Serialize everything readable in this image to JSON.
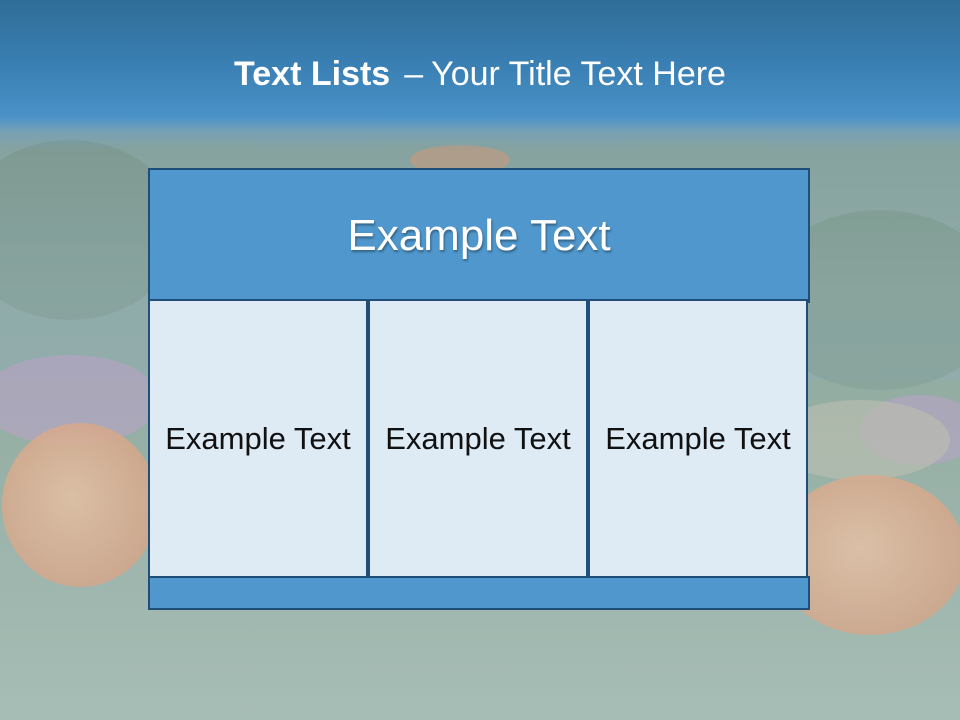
{
  "slide": {
    "title_bold": "Text Lists",
    "title_dash": "–",
    "title_rest": "Your Title Text Here"
  },
  "diagram": {
    "header": "Example Text",
    "columns": [
      {
        "text": "Example Text"
      },
      {
        "text": "Example Text"
      },
      {
        "text": "Example Text"
      }
    ]
  },
  "colors": {
    "title_band": "#3a80b4",
    "header_fill": "#4f97cc",
    "cell_fill": "#deebf5",
    "border": "#1f4e79"
  }
}
